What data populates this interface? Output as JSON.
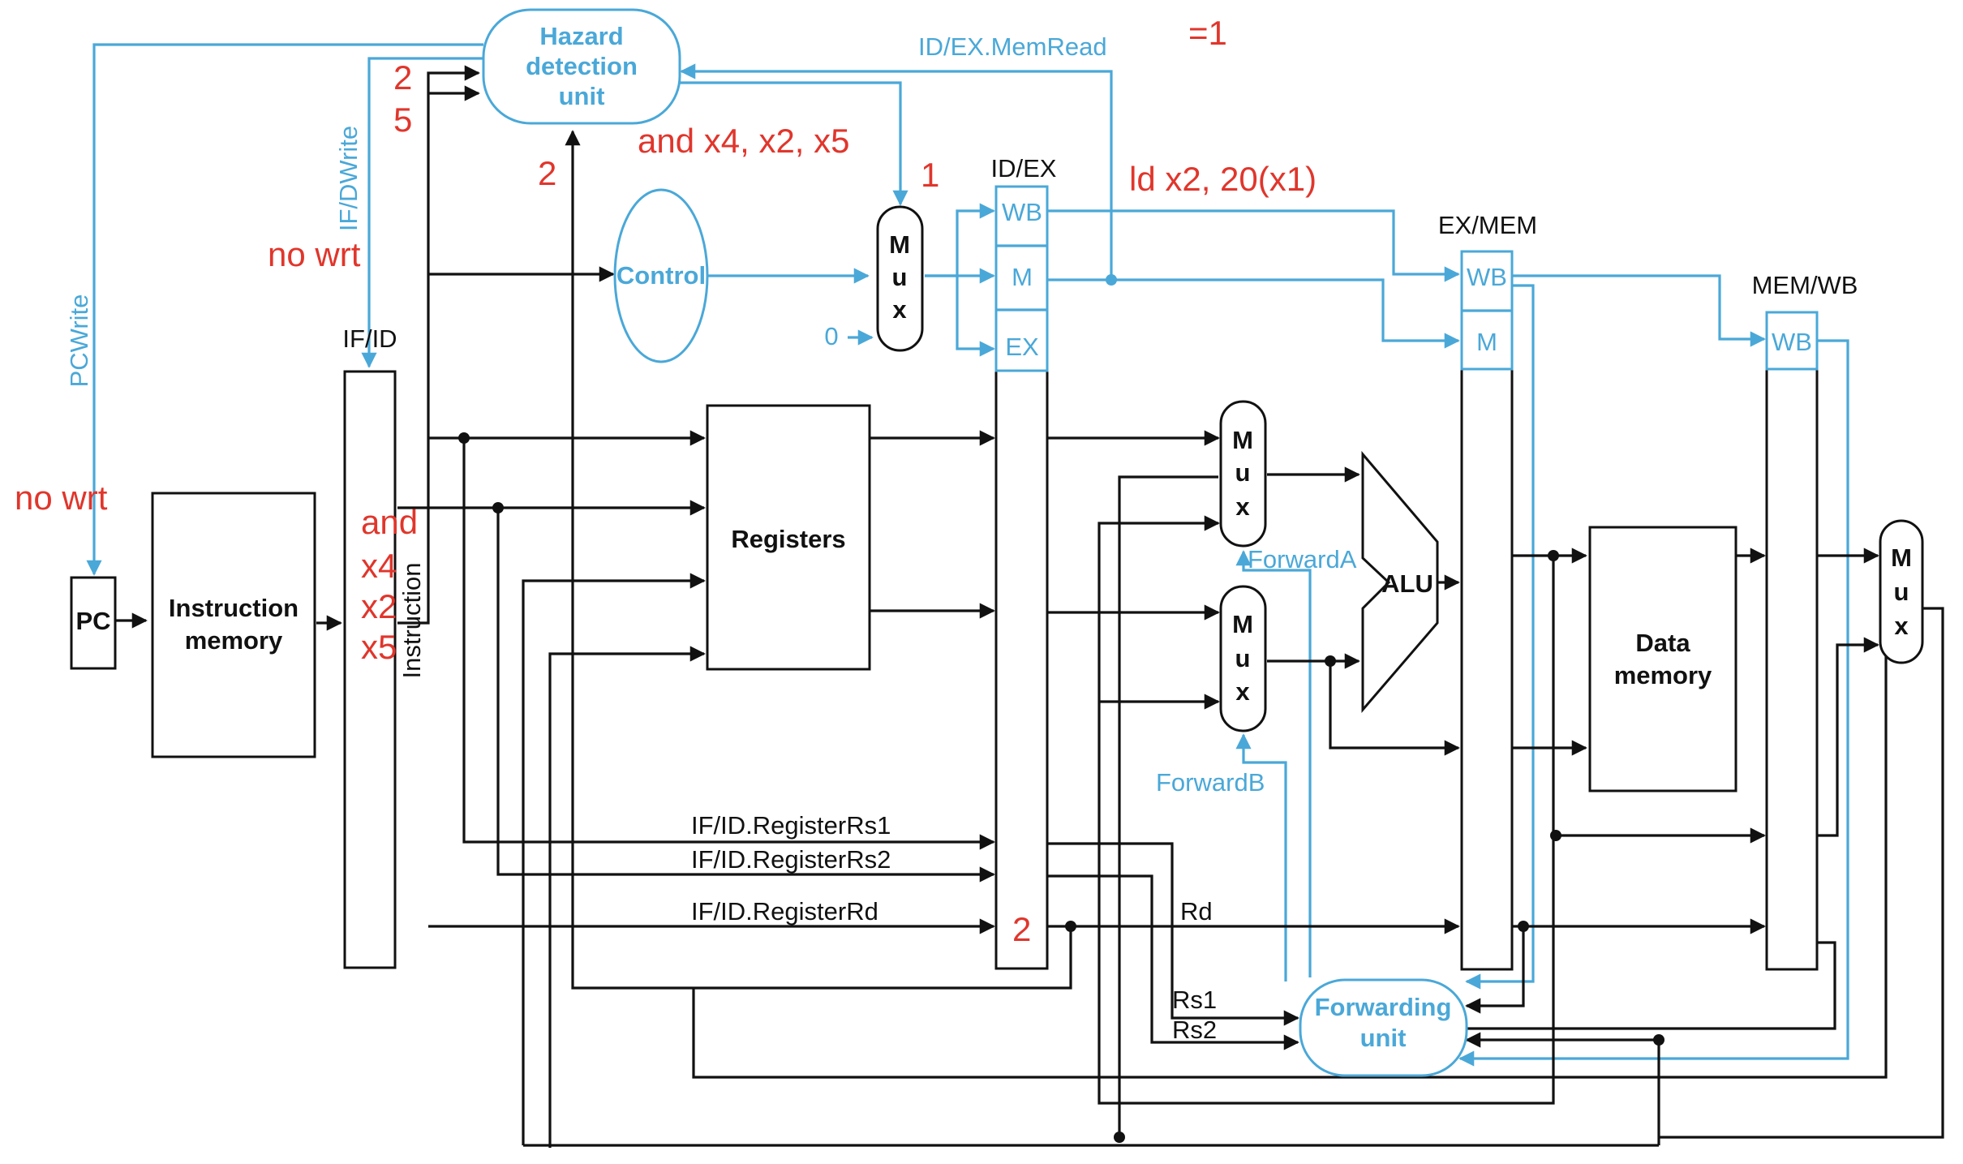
{
  "units": {
    "hazard": [
      "Hazard",
      "detection",
      "unit"
    ],
    "control": "Control",
    "pc": "PC",
    "imem": [
      "Instruction",
      "memory"
    ],
    "registers": "Registers",
    "alu": "ALU",
    "dmem": [
      "Data",
      "memory"
    ],
    "forwarding": [
      "Forwarding",
      "unit"
    ],
    "mux": [
      "M",
      "u",
      "x"
    ],
    "instruction": "Instruction"
  },
  "pipeline_registers": {
    "ifid": "IF/ID",
    "idex": "ID/EX",
    "exmem": "EX/MEM",
    "memwb": "MEM/WB"
  },
  "fields": {
    "wb": "WB",
    "m": "M",
    "ex": "EX"
  },
  "signals": {
    "pcwrite": "PCWrite",
    "ifdwrite": "IF/DWrite",
    "idex_memread": "ID/EX.MemRead",
    "zero": "0",
    "forwardA": "ForwardA",
    "forwardB": "ForwardB",
    "rs1": "IF/ID.RegisterRs1",
    "rs2": "IF/ID.RegisterRs2",
    "rd": "IF/ID.RegisterRd",
    "rd_short": "Rd",
    "rs1_short": "Rs1",
    "rs2_short": "Rs2"
  },
  "annotations": {
    "memread_eq": "=1",
    "hz_2": "2",
    "hz_5": "5",
    "hz_2b": "2",
    "and_instr": "and x4, x2, x5",
    "mux_1": "1",
    "ld_instr": "ld x2, 20(x1)",
    "no_wrt_1": "no wrt",
    "no_wrt_2": "no wrt",
    "and_word": "and",
    "x4": "x4",
    "x2": "x2",
    "x5": "x5",
    "rd_2": "2"
  },
  "colors": {
    "control_blue": "#4aa8d8",
    "annotation_red": "#e0362c",
    "wire": "#111111"
  }
}
